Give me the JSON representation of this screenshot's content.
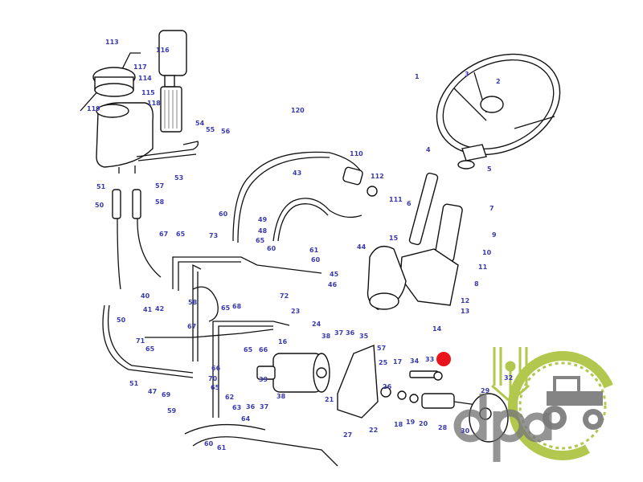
{
  "diagram": {
    "labels": [
      "113",
      "116",
      "117",
      "114",
      "115",
      "118",
      "119",
      "54",
      "55",
      "56",
      "53",
      "51",
      "57",
      "50",
      "58",
      "120",
      "110",
      "112",
      "111",
      "43",
      "60",
      "49",
      "48",
      "67",
      "65",
      "73",
      "65",
      "60",
      "61",
      "60",
      "44",
      "45",
      "46",
      "72",
      "15",
      "1",
      "3",
      "2",
      "4",
      "5",
      "6",
      "7",
      "9",
      "10",
      "11",
      "8",
      "12",
      "13",
      "14",
      "40",
      "41",
      "42",
      "50",
      "58",
      "65",
      "68",
      "67",
      "23",
      "24",
      "71",
      "65",
      "65",
      "66",
      "16",
      "38",
      "37",
      "36",
      "35",
      "57",
      "39",
      "66",
      "70",
      "65",
      "51",
      "47",
      "69",
      "62",
      "63",
      "64",
      "59",
      "60",
      "61",
      "36",
      "37",
      "38",
      "21",
      "22",
      "25",
      "26",
      "17",
      "34",
      "33",
      "18",
      "19",
      "20",
      "28",
      "29",
      "30",
      "27",
      "32"
    ],
    "highlight_color": "#e8141c"
  },
  "logo": {
    "text": "dpa",
    "ring_color": "#a9c23a",
    "text_color": "#6b6b6b"
  }
}
